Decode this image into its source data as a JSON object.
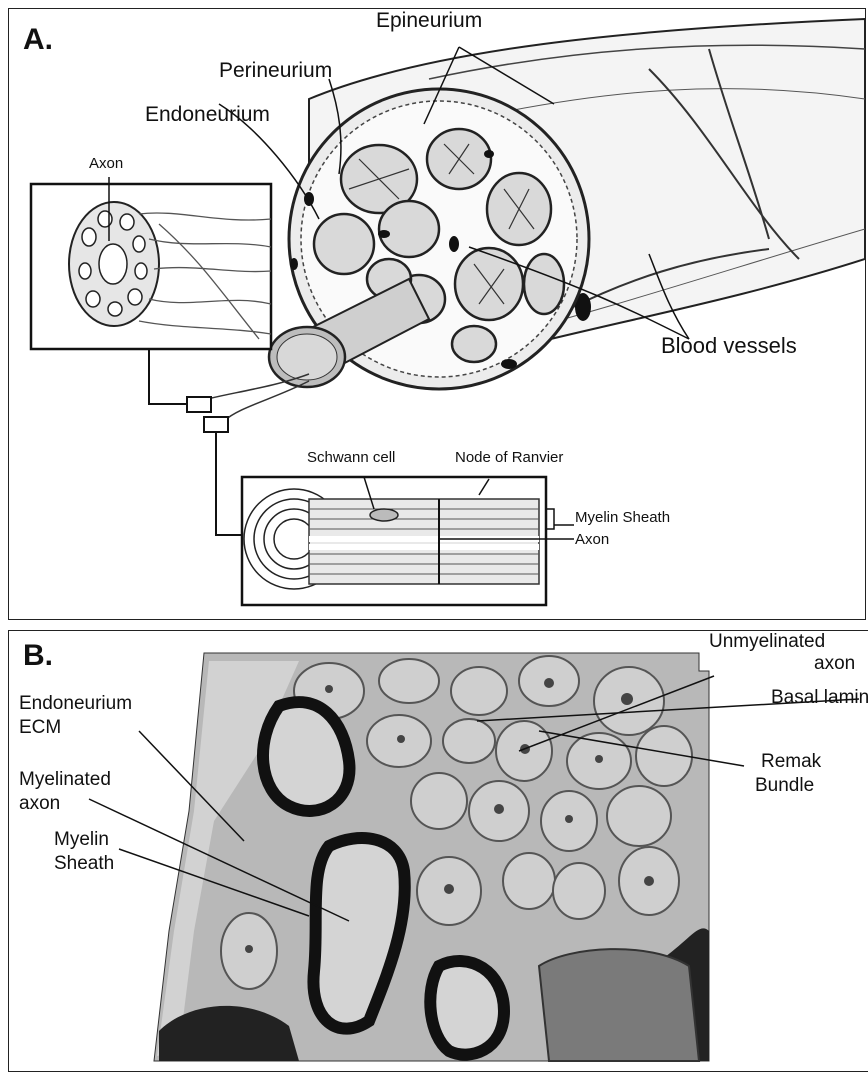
{
  "panel_a": {
    "label": "A.",
    "labels": {
      "epineurium": "Epineurium",
      "perineurium": "Perineurium",
      "endoneurium": "Endoneurium",
      "axon": "Axon",
      "blood_vessels": "Blood vessels",
      "schwann_cell": "Schwann cell",
      "node_of_ranvier": "Node of Ranvier",
      "myelin_sheath": "Myelin Sheath",
      "axon_inset": "Axon"
    }
  },
  "panel_b": {
    "label": "B.",
    "labels": {
      "unmyelinated_line1": "Unmyelinated",
      "unmyelinated_line2": "axon",
      "endoneurium_line1": "Endoneurium",
      "endoneurium_line2": "ECM",
      "basal_lamina": "Basal lamina",
      "myelinated_line1": "Myelinated",
      "myelinated_line2": "axon",
      "remak_line1": "Remak",
      "remak_line2": "Bundle",
      "myelin_line1": "Myelin",
      "myelin_line2": "Sheath"
    }
  }
}
